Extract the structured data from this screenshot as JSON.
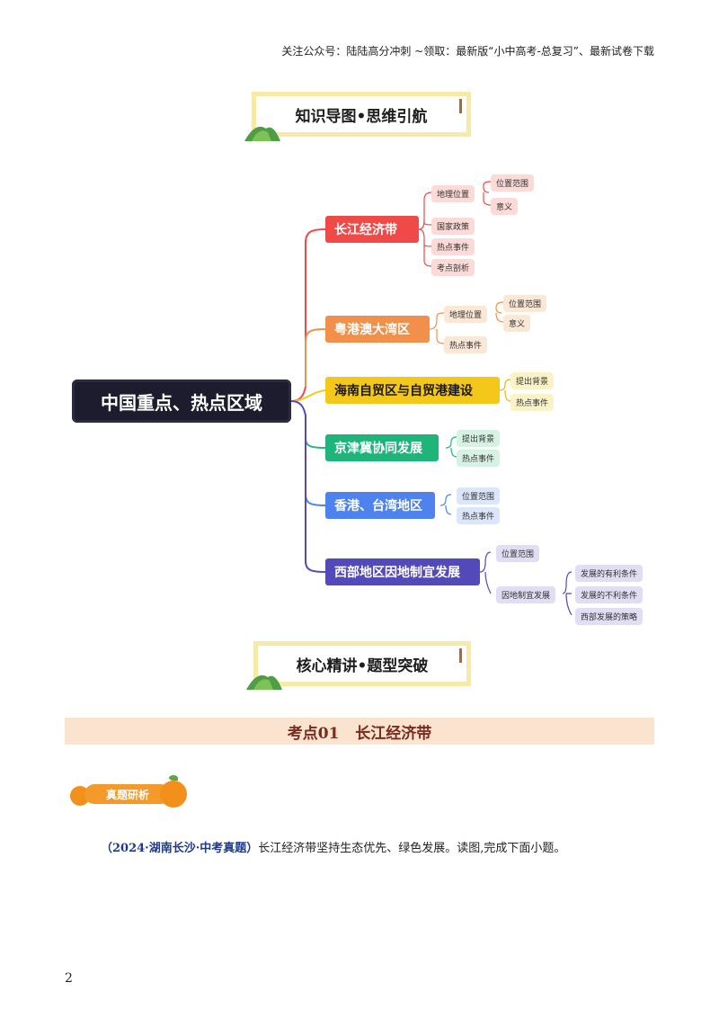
{
  "header_note": "关注公众号：陆陆高分冲刺  ~领取：最新版“小中高考-总复习”、最新试卷下载",
  "banner1": "知识导图•思维引航",
  "banner2": "核心精讲•题型突破",
  "mindmap": {
    "root": "中国重点、热点区域",
    "branches": [
      {
        "label": "长江经济带",
        "color": "#ef4a48",
        "children": [
          {
            "label": "地理位置",
            "children": [
              "位置范围",
              "意义"
            ]
          },
          {
            "label": "国家政策"
          },
          {
            "label": "热点事件"
          },
          {
            "label": "考点剖析"
          }
        ]
      },
      {
        "label": "粤港澳大湾区",
        "color": "#f0904a",
        "children": [
          {
            "label": "地理位置",
            "children": [
              "位置范围",
              "意义"
            ]
          },
          {
            "label": "热点事件"
          }
        ]
      },
      {
        "label": "海南自贸区与自贸港建设",
        "color": "#f3c81a",
        "children": [
          {
            "label": "提出背景"
          },
          {
            "label": "热点事件"
          }
        ]
      },
      {
        "label": "京津冀协同发展",
        "color": "#1fb57a",
        "children": [
          {
            "label": "提出背景"
          },
          {
            "label": "热点事件"
          }
        ]
      },
      {
        "label": "香港、台湾地区",
        "color": "#4d82ef",
        "children": [
          {
            "label": "位置范围"
          },
          {
            "label": "热点事件"
          }
        ]
      },
      {
        "label": "西部地区因地制宜发展",
        "color": "#5449b8",
        "children": [
          {
            "label": "位置范围"
          },
          {
            "label": "因地制宜发展",
            "children": [
              "发展的有利条件",
              "发展的不利条件",
              "西部发展的策略"
            ]
          }
        ]
      }
    ]
  },
  "kaodian": "考点01   长江经济带",
  "tag": "真题研析",
  "question": {
    "source": "（2024·湖南长沙·中考真题）",
    "text": "长江经济带坚持生态优先、绿色发展。读图,完成下面小题。"
  },
  "page_number": "2"
}
